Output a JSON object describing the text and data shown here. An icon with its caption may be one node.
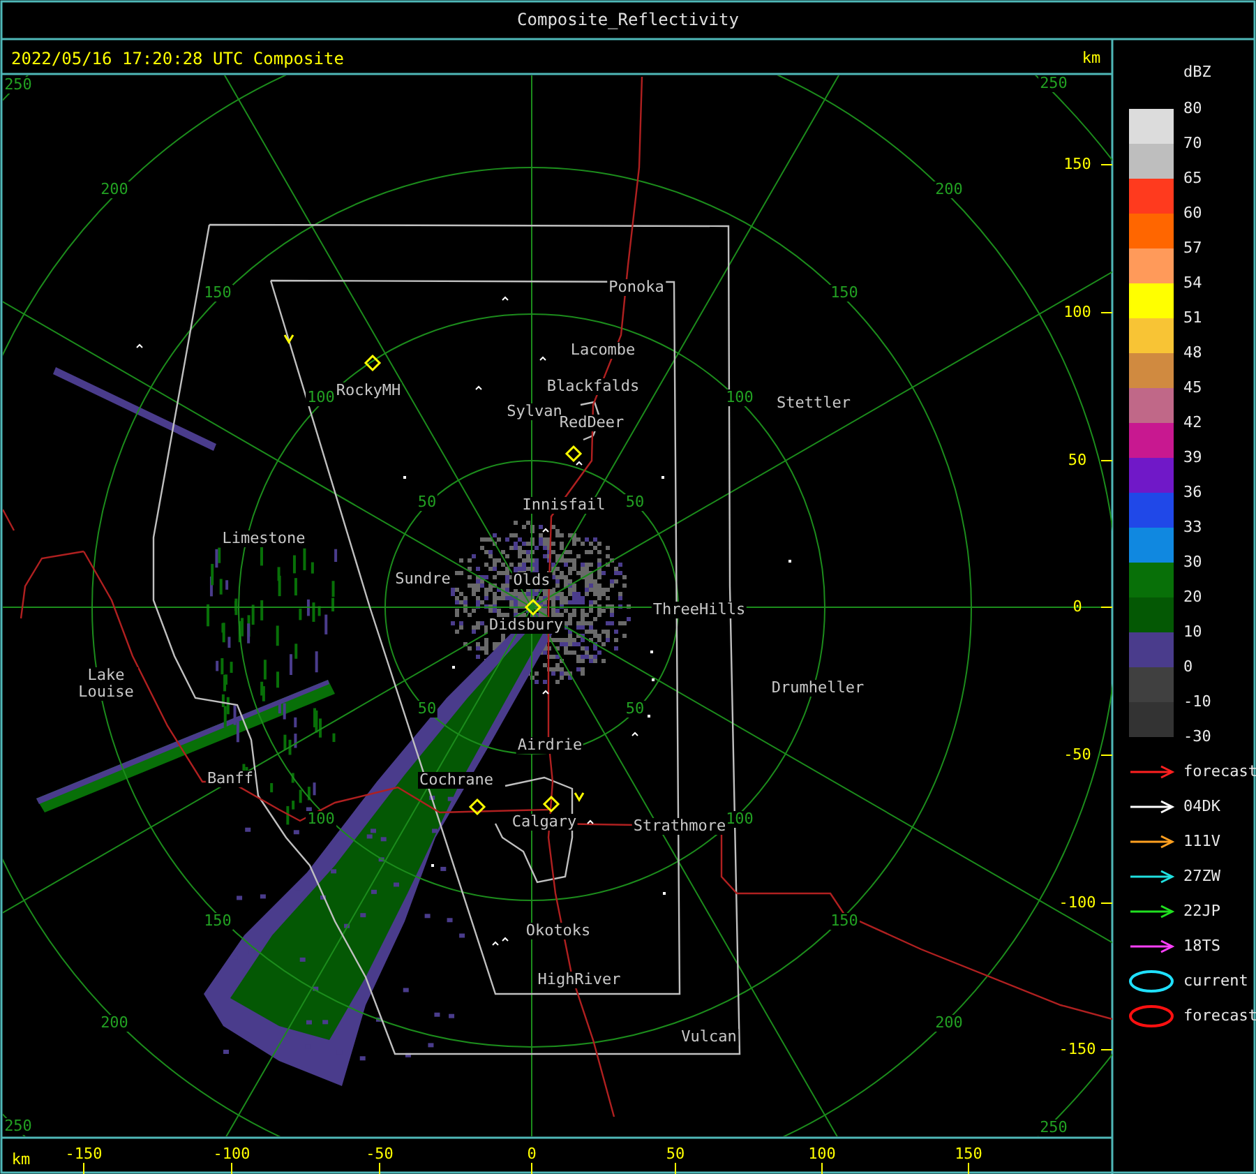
{
  "diagram": {
    "title": "Composite_Reflectivity",
    "labels": [
      "2022/05/16 17:20:28 UTC Composite",
      "km",
      "dBZ",
      "250",
      "250",
      "200",
      "200",
      "150",
      "150",
      "100",
      "100",
      "50",
      "50",
      "50",
      "50",
      "100",
      "100",
      "150",
      "150",
      "200",
      "200",
      "250",
      "250",
      "Ponoka",
      "Lacombe",
      "RockyMH",
      "Blackfalds",
      "Stettler",
      "Sylvan",
      "RedDeer",
      "Innisfail",
      "Limestone",
      "Sundre",
      "Olds",
      "ThreeHills",
      "Didsbury",
      "Lake Louise",
      "Drumheller",
      "Airdrie",
      "Banff",
      "Cochrane",
      "Calgary",
      "Strathmore",
      "Okotoks",
      "HighRiver",
      "Vulcan",
      "150",
      "100",
      "50",
      "0",
      "-50",
      "-100",
      "-150",
      "-30",
      "km",
      "-150",
      "-100",
      "-50",
      "0",
      "50",
      "100",
      "150"
    ],
    "legend": [
      {
        "text": "80",
        "color": "#dcdcdc"
      },
      {
        "text": "70",
        "color": "#bebebe"
      },
      {
        "text": "65",
        "color": "#ff3a1e"
      },
      {
        "text": "60",
        "color": "#ff6600"
      },
      {
        "text": "57",
        "color": "#ff9a5a"
      },
      {
        "text": "54",
        "color": "#ffff00"
      },
      {
        "text": "51",
        "color": "#f8c435"
      },
      {
        "text": "48",
        "color": "#d08a40"
      },
      {
        "text": "45",
        "color": "#c06888"
      },
      {
        "text": "42",
        "color": "#c81890"
      },
      {
        "text": "39",
        "color": "#7018c8"
      },
      {
        "text": "36",
        "color": "#2048e8"
      },
      {
        "text": "33",
        "color": "#1088e0"
      },
      {
        "text": "30",
        "color": "#087008"
      },
      {
        "text": "20",
        "color": "#045804"
      },
      {
        "text": "10",
        "color": "#4a3c8c"
      },
      {
        "text": "0",
        "color": "#404040"
      },
      {
        "text": "-10",
        "color": "#333333"
      },
      {
        "text": "forecast"
      },
      {
        "text": "04DK"
      },
      {
        "text": "111V"
      },
      {
        "text": "27ZW"
      },
      {
        "text": "22JP"
      },
      {
        "text": "18TS"
      },
      {
        "text": "current"
      },
      {
        "text": "forecast"
      }
    ]
  }
}
